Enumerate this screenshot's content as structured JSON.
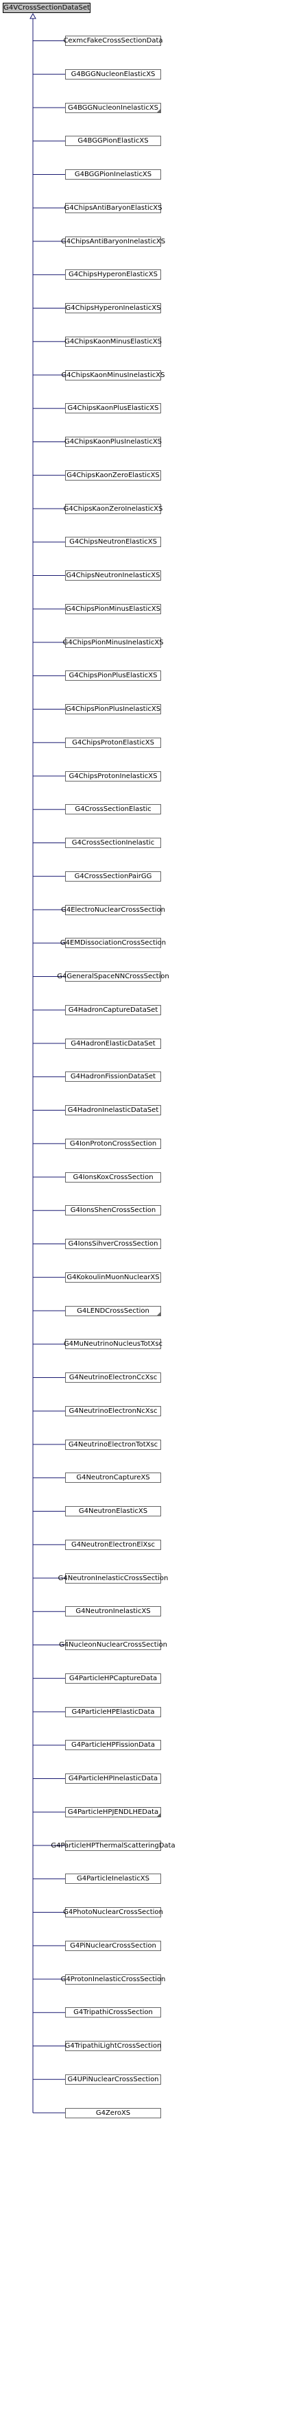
{
  "root": {
    "label": "G4VCrossSectionDataSet"
  },
  "children": [
    {
      "label": "CexmcFakeCrossSectionData",
      "has_more": false
    },
    {
      "label": "G4BGGNucleonElasticXS",
      "has_more": false
    },
    {
      "label": "G4BGGNucleonInelasticXS",
      "has_more": true
    },
    {
      "label": "G4BGGPionElasticXS",
      "has_more": false
    },
    {
      "label": "G4BGGPionInelasticXS",
      "has_more": false
    },
    {
      "label": "G4ChipsAntiBaryonElasticXS",
      "has_more": false
    },
    {
      "label": "G4ChipsAntiBaryonInelasticXS",
      "has_more": false
    },
    {
      "label": "G4ChipsHyperonElasticXS",
      "has_more": false
    },
    {
      "label": "G4ChipsHyperonInelasticXS",
      "has_more": false
    },
    {
      "label": "G4ChipsKaonMinusElasticXS",
      "has_more": false
    },
    {
      "label": "G4ChipsKaonMinusInelasticXS",
      "has_more": false
    },
    {
      "label": "G4ChipsKaonPlusElasticXS",
      "has_more": false
    },
    {
      "label": "G4ChipsKaonPlusInelasticXS",
      "has_more": false
    },
    {
      "label": "G4ChipsKaonZeroElasticXS",
      "has_more": false
    },
    {
      "label": "G4ChipsKaonZeroInelasticXS",
      "has_more": false
    },
    {
      "label": "G4ChipsNeutronElasticXS",
      "has_more": false
    },
    {
      "label": "G4ChipsNeutronInelasticXS",
      "has_more": false
    },
    {
      "label": "G4ChipsPionMinusElasticXS",
      "has_more": false
    },
    {
      "label": "G4ChipsPionMinusInelasticXS",
      "has_more": false
    },
    {
      "label": "G4ChipsPionPlusElasticXS",
      "has_more": false
    },
    {
      "label": "G4ChipsPionPlusInelasticXS",
      "has_more": false
    },
    {
      "label": "G4ChipsProtonElasticXS",
      "has_more": false
    },
    {
      "label": "G4ChipsProtonInelasticXS",
      "has_more": false
    },
    {
      "label": "G4CrossSectionElastic",
      "has_more": false
    },
    {
      "label": "G4CrossSectionInelastic",
      "has_more": false
    },
    {
      "label": "G4CrossSectionPairGG",
      "has_more": false
    },
    {
      "label": "G4ElectroNuclearCrossSection",
      "has_more": false
    },
    {
      "label": "G4EMDissociationCrossSection",
      "has_more": false
    },
    {
      "label": "G4GeneralSpaceNNCrossSection",
      "has_more": false
    },
    {
      "label": "G4HadronCaptureDataSet",
      "has_more": false
    },
    {
      "label": "G4HadronElasticDataSet",
      "has_more": false
    },
    {
      "label": "G4HadronFissionDataSet",
      "has_more": false
    },
    {
      "label": "G4HadronInelasticDataSet",
      "has_more": false
    },
    {
      "label": "G4IonProtonCrossSection",
      "has_more": false
    },
    {
      "label": "G4IonsKoxCrossSection",
      "has_more": false
    },
    {
      "label": "G4IonsShenCrossSection",
      "has_more": false
    },
    {
      "label": "G4IonsSihverCrossSection",
      "has_more": false
    },
    {
      "label": "G4KokoulinMuonNuclearXS",
      "has_more": false
    },
    {
      "label": "G4LENDCrossSection",
      "has_more": true
    },
    {
      "label": "G4MuNeutrinoNucleusTotXsc",
      "has_more": false
    },
    {
      "label": "G4NeutrinoElectronCcXsc",
      "has_more": false
    },
    {
      "label": "G4NeutrinoElectronNcXsc",
      "has_more": false
    },
    {
      "label": "G4NeutrinoElectronTotXsc",
      "has_more": false
    },
    {
      "label": "G4NeutronCaptureXS",
      "has_more": false
    },
    {
      "label": "G4NeutronElasticXS",
      "has_more": false
    },
    {
      "label": "G4NeutronElectronElXsc",
      "has_more": false
    },
    {
      "label": "G4NeutronInelasticCrossSection",
      "has_more": false
    },
    {
      "label": "G4NeutronInelasticXS",
      "has_more": false
    },
    {
      "label": "G4NucleonNuclearCrossSection",
      "has_more": false
    },
    {
      "label": "G4ParticleHPCaptureData",
      "has_more": false
    },
    {
      "label": "G4ParticleHPElasticData",
      "has_more": false
    },
    {
      "label": "G4ParticleHPFissionData",
      "has_more": false
    },
    {
      "label": "G4ParticleHPInelasticData",
      "has_more": false
    },
    {
      "label": "G4ParticleHPJENDLHEData",
      "has_more": true
    },
    {
      "label": "G4ParticleHPThermalScatteringData",
      "has_more": false
    },
    {
      "label": "G4ParticleInelasticXS",
      "has_more": false
    },
    {
      "label": "G4PhotoNuclearCrossSection",
      "has_more": false
    },
    {
      "label": "G4PiNuclearCrossSection",
      "has_more": false
    },
    {
      "label": "G4ProtonInelasticCrossSection",
      "has_more": false
    },
    {
      "label": "G4TripathiCrossSection",
      "has_more": false
    },
    {
      "label": "G4TripathiLightCrossSection",
      "has_more": false
    },
    {
      "label": "G4UPiNuclearCrossSection",
      "has_more": false
    },
    {
      "label": "G4ZeroXS",
      "has_more": false
    }
  ],
  "colors": {
    "edge": "#191970",
    "node_border": "#666666",
    "root_fill": "#bfbfbf"
  }
}
